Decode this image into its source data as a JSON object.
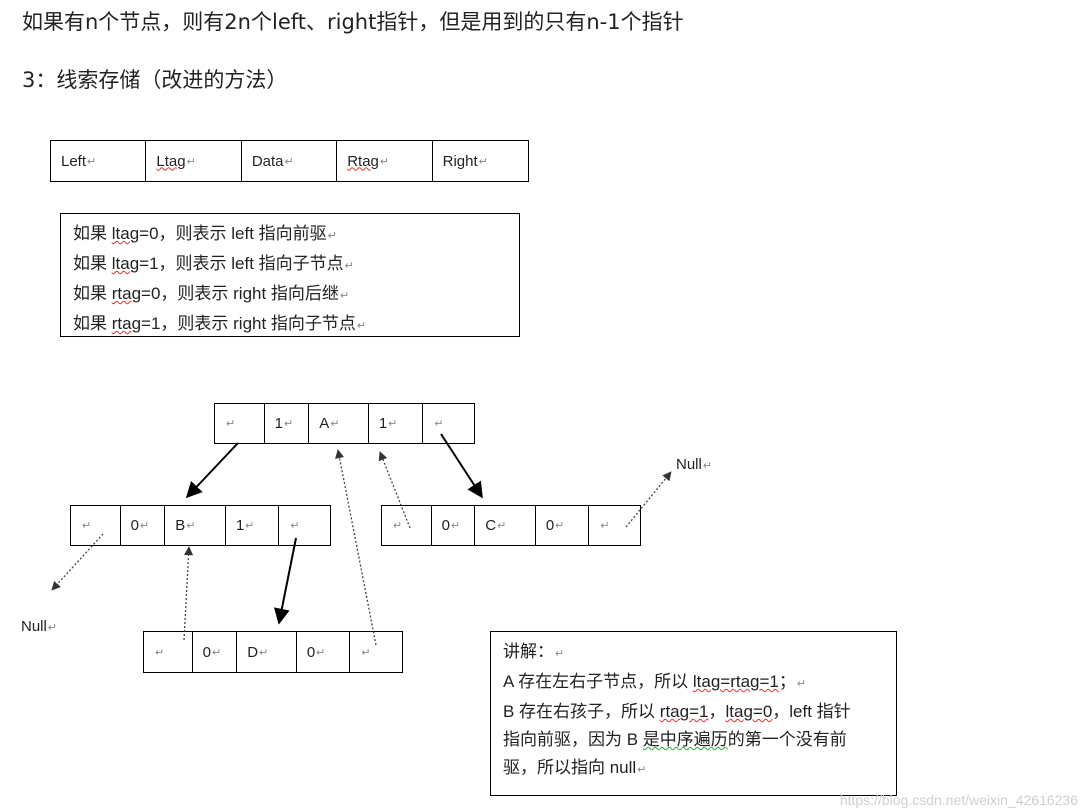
{
  "heading1": "如果有n个节点，则有2n个left、right指针，但是用到的只有n-1个指针",
  "heading2": "3：线索存储（改进的方法）",
  "header_table": [
    "Left",
    "Ltag",
    "Data",
    "Rtag",
    "Right"
  ],
  "rules": [
    {
      "pre": "如果 ",
      "tag": "ltag",
      "post": "=0，则表示 left 指向前驱"
    },
    {
      "pre": "如果 ",
      "tag": "ltag",
      "post": "=1，则表示 left 指向子节点"
    },
    {
      "pre": "如果 ",
      "tag": "rtag",
      "post": "=0，则表示 right 指向后继"
    },
    {
      "pre": "如果 ",
      "tag": "rtag",
      "post": "=1，则表示 right 指向子节点"
    }
  ],
  "nodes": {
    "A": {
      "ltag": "1",
      "data": "A",
      "rtag": "1"
    },
    "B": {
      "ltag": "0",
      "data": "B",
      "rtag": "1"
    },
    "C": {
      "ltag": "0",
      "data": "C",
      "rtag": "0"
    },
    "D": {
      "ltag": "0",
      "data": "D",
      "rtag": "0"
    }
  },
  "null_label": "Null",
  "explain": {
    "title": "讲解：",
    "l1_a": "A 存在左右子节点，所以 ",
    "l1_b": "ltag=rtag=1",
    "l1_c": "；",
    "l2_a": "B 存在右孩子，所以 ",
    "l2_b": "rtag=1",
    "l2_c": "，",
    "l2_d": "ltag=0",
    "l2_e": "，left 指针",
    "l3_a": "指向前驱，因为 B ",
    "l3_b": "是中序遍历",
    "l3_c": "的第一个没有前",
    "l4": "驱，所以指向 null"
  },
  "watermark": "https://blog.csdn.net/weixin_42616236"
}
